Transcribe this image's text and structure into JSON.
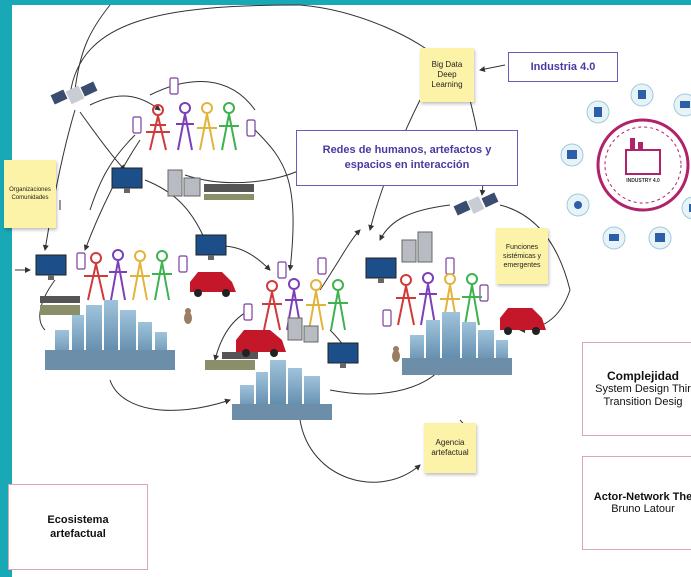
{
  "notes": {
    "big_data": "Big Data\nDeep\nLearning",
    "organizaciones": "Organizaciones\nComunidades",
    "funciones": "Funciones\nsistémicas y\nemergentes",
    "agencia": "Agencia\nartefactual"
  },
  "boxes": {
    "industria": "Industria 4.0",
    "redes": "Redes de humanos, artefactos y\nespacios en interacción"
  },
  "industry_graphic": {
    "center_label": "INDUSTRY 4.0",
    "accent_color": "#b0226a",
    "icon_color": "#2d5fa8"
  },
  "pink_boxes": {
    "complejidad_title": "Complejidad",
    "complejidad_line1": "System Design Thir",
    "complejidad_line2": "Transition Desig",
    "actor_title": "Actor-Network The",
    "actor_line1": "Bruno Latour",
    "ecosistema": "Ecosistema\nartefactual"
  },
  "colors": {
    "frame": "#19a8b5",
    "sticky": "#fdf3a8",
    "box_border": "#6f59b8",
    "pink_border": "#d9a7b6"
  }
}
